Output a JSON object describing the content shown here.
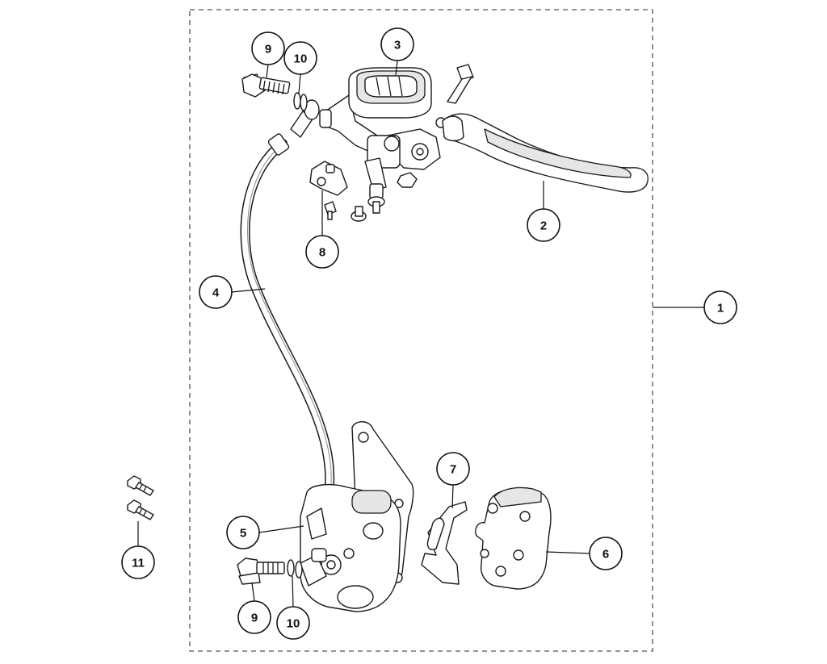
{
  "diagram": {
    "callouts": [
      {
        "id": "c1",
        "label": "1"
      },
      {
        "id": "c2",
        "label": "2"
      },
      {
        "id": "c3",
        "label": "3"
      },
      {
        "id": "c4",
        "label": "4"
      },
      {
        "id": "c5",
        "label": "5"
      },
      {
        "id": "c6",
        "label": "6"
      },
      {
        "id": "c7",
        "label": "7"
      },
      {
        "id": "c8",
        "label": "8"
      },
      {
        "id": "c9a",
        "label": "9"
      },
      {
        "id": "c10a",
        "label": "10"
      },
      {
        "id": "c9b",
        "label": "9"
      },
      {
        "id": "c10b",
        "label": "10"
      },
      {
        "id": "c11",
        "label": "11"
      }
    ],
    "colors": {
      "line": "#1a1a1a",
      "background": "#ffffff",
      "dashed_border": "#555555"
    }
  }
}
